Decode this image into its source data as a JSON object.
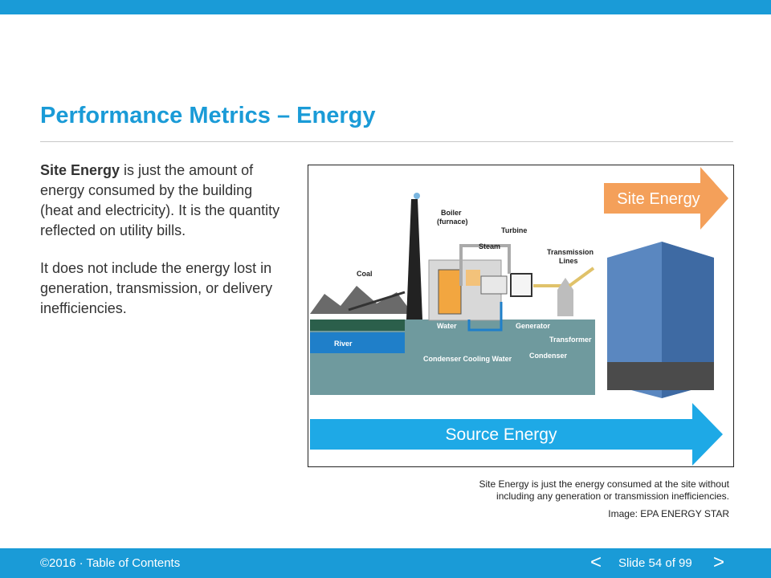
{
  "slide": {
    "title": "Performance Metrics – Energy",
    "paragraph1_term": "Site Energy",
    "paragraph1_rest": " is just the amount of energy consumed by the building (heat and electricity). It is the quantity reflected on utility bills.",
    "paragraph2": "It does not include the energy lost in generation, transmission, or delivery inefficiencies."
  },
  "figure": {
    "site_energy_label": "Site Energy",
    "source_energy_label": "Source Energy",
    "labels": {
      "coal": "Coal",
      "boiler": "Boiler",
      "furnace": "(furnace)",
      "steam": "Steam",
      "turbine": "Turbine",
      "transmission": "Transmission",
      "lines": "Lines",
      "water": "Water",
      "generator": "Generator",
      "transformer": "Transformer",
      "river": "River",
      "condenser": "Condenser",
      "condenser_cooling_water": "Condenser Cooling Water"
    },
    "caption_line1": "Site Energy is just the energy consumed at the site without",
    "caption_line2": "including any generation or transmission inefficiencies.",
    "credit": "Image: EPA ENERGY STAR"
  },
  "footer": {
    "copyright": "©2016 · ",
    "toc_link": "Table of Contents",
    "prev": "<",
    "slide_number": "Slide 54 of 99",
    "next": ">"
  },
  "colors": {
    "accent": "#1a9bd7",
    "site_arrow": "#f4a05a",
    "source_arrow": "#1ea9e6"
  }
}
